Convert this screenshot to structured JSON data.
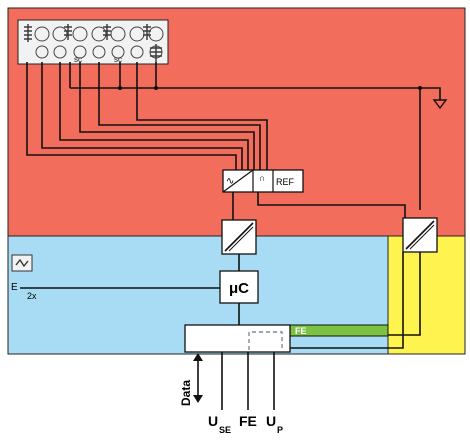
{
  "diagram": {
    "labels": {
      "adc_analog": "∿",
      "adc_digital": "∩",
      "ref": "REF",
      "microcontroller": "μC",
      "fe_bar": "FE",
      "e_label": "E",
      "e_multiplier": "2x",
      "data": "Data",
      "u_se_main": "U",
      "u_se_sub": "SE",
      "fe_bottom": "FE",
      "u_p_main": "U",
      "u_p_sub": "P"
    },
    "colors": {
      "field_zone": "#f26d5b",
      "system_zone": "#a8dcf5",
      "power_zone": "#fff44f",
      "fe_bar": "#7bc142",
      "line": "#000000"
    }
  }
}
